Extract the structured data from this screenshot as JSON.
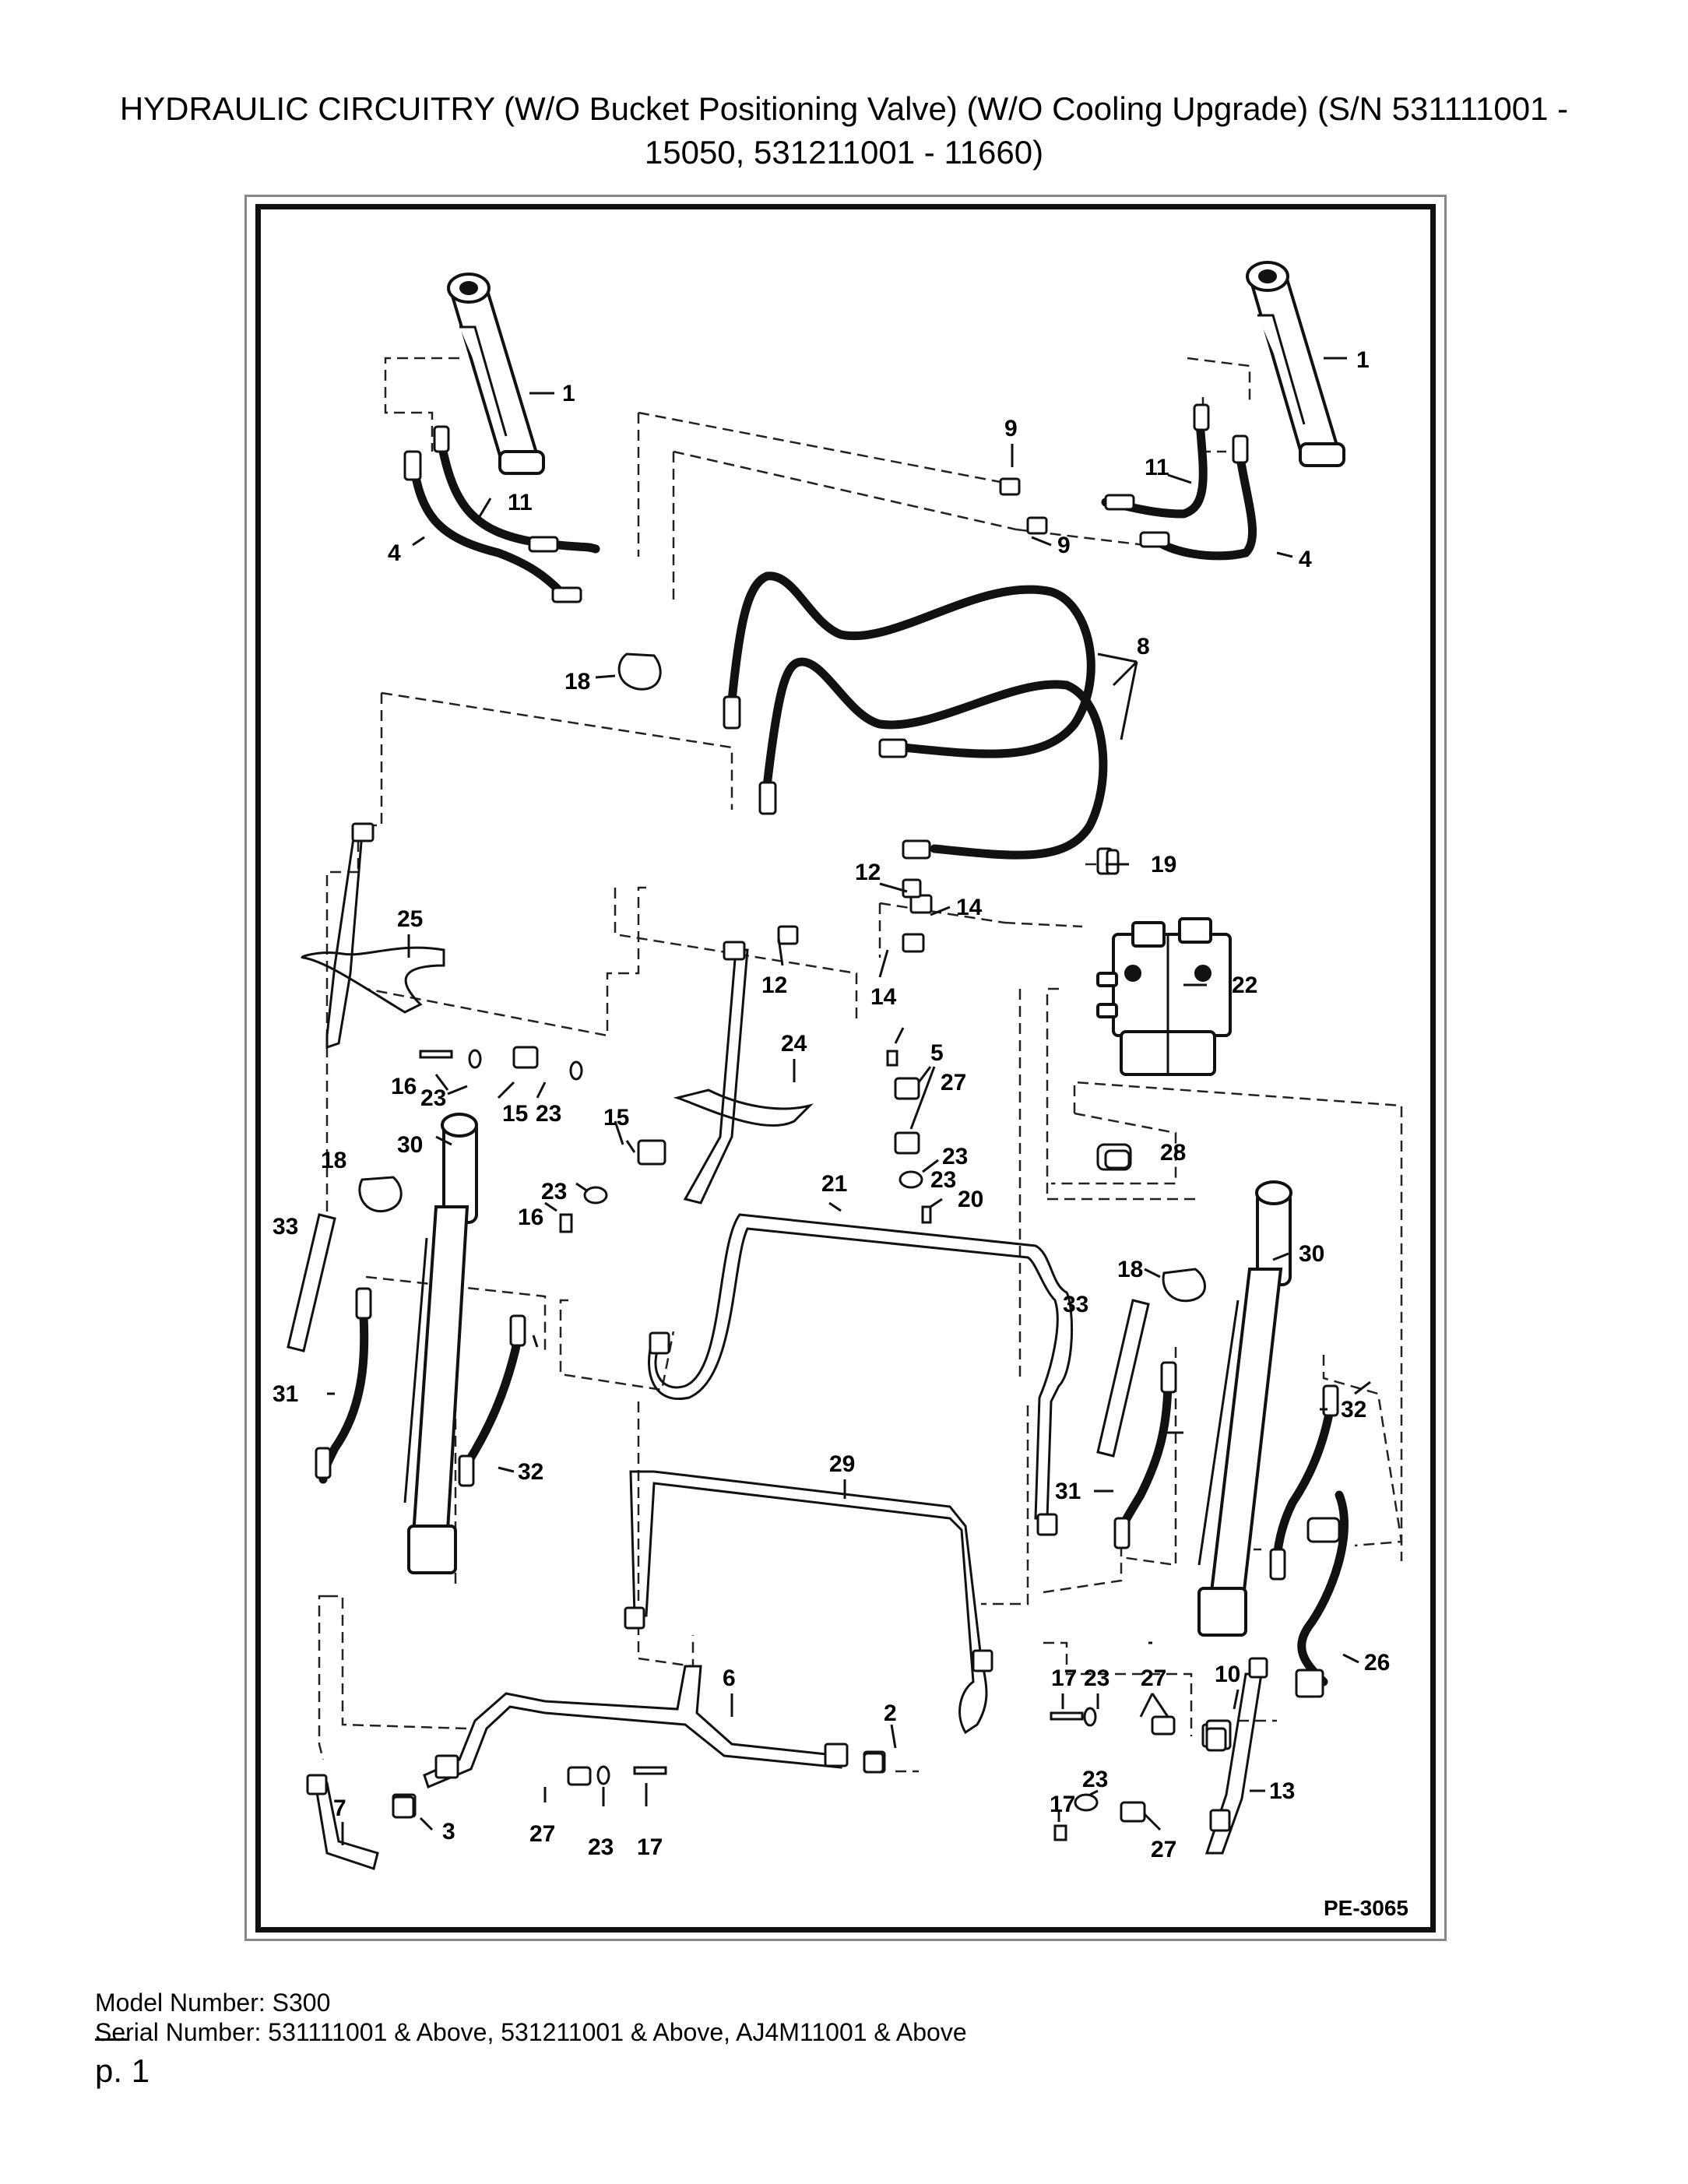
{
  "document": {
    "title_line1": "HYDRAULIC CIRCUITRY (W/O Bucket Positioning Valve) (W/O Cooling Upgrade) (S/N 531111001 -",
    "title_line2": "15050, 531211001 - 11660)",
    "figure_code": "PE-3065",
    "model_number": "Model Number: S300",
    "serial_number": "Serial Number: 531111001 & Above, 531211001 & Above, AJ4M11001 & Above",
    "page_label": "p. 1"
  },
  "callouts": [
    {
      "id": "c1a",
      "text": "1"
    },
    {
      "id": "c1b",
      "text": "1"
    },
    {
      "id": "c2",
      "text": "2"
    },
    {
      "id": "c3",
      "text": "3"
    },
    {
      "id": "c4a",
      "text": "4"
    },
    {
      "id": "c4b",
      "text": "4"
    },
    {
      "id": "c5",
      "text": "5"
    },
    {
      "id": "c6",
      "text": "6"
    },
    {
      "id": "c7",
      "text": "7"
    },
    {
      "id": "c8",
      "text": "8"
    },
    {
      "id": "c9a",
      "text": "9"
    },
    {
      "id": "c9b",
      "text": "9"
    },
    {
      "id": "c10",
      "text": "10"
    },
    {
      "id": "c11a",
      "text": "11"
    },
    {
      "id": "c11b",
      "text": "11"
    },
    {
      "id": "c12a",
      "text": "12"
    },
    {
      "id": "c12b",
      "text": "12"
    },
    {
      "id": "c13",
      "text": "13"
    },
    {
      "id": "c14a",
      "text": "14"
    },
    {
      "id": "c14b",
      "text": "14"
    },
    {
      "id": "c15a",
      "text": "15"
    },
    {
      "id": "c15b",
      "text": "15"
    },
    {
      "id": "c16a",
      "text": "16"
    },
    {
      "id": "c16b",
      "text": "16"
    },
    {
      "id": "c17a",
      "text": "17"
    },
    {
      "id": "c17b",
      "text": "17"
    },
    {
      "id": "c17c",
      "text": "17"
    },
    {
      "id": "c18a",
      "text": "18"
    },
    {
      "id": "c18b",
      "text": "18"
    },
    {
      "id": "c18c",
      "text": "18"
    },
    {
      "id": "c19",
      "text": "19"
    },
    {
      "id": "c20",
      "text": "20"
    },
    {
      "id": "c21",
      "text": "21"
    },
    {
      "id": "c22",
      "text": "22"
    },
    {
      "id": "c23a",
      "text": "23"
    },
    {
      "id": "c23b",
      "text": "23"
    },
    {
      "id": "c23c",
      "text": "23"
    },
    {
      "id": "c23d",
      "text": "23"
    },
    {
      "id": "c23e",
      "text": "23"
    },
    {
      "id": "c23f",
      "text": "23"
    },
    {
      "id": "c23g",
      "text": "23"
    },
    {
      "id": "c23h",
      "text": "23"
    },
    {
      "id": "c24",
      "text": "24"
    },
    {
      "id": "c25",
      "text": "25"
    },
    {
      "id": "c26",
      "text": "26"
    },
    {
      "id": "c27a",
      "text": "27"
    },
    {
      "id": "c27b",
      "text": "27"
    },
    {
      "id": "c27c",
      "text": "27"
    },
    {
      "id": "c27d",
      "text": "27"
    },
    {
      "id": "c28",
      "text": "28"
    },
    {
      "id": "c29",
      "text": "29"
    },
    {
      "id": "c30a",
      "text": "30"
    },
    {
      "id": "c30b",
      "text": "30"
    },
    {
      "id": "c31a",
      "text": "31"
    },
    {
      "id": "c31b",
      "text": "31"
    },
    {
      "id": "c32a",
      "text": "32"
    },
    {
      "id": "c32b",
      "text": "32"
    },
    {
      "id": "c33a",
      "text": "33"
    },
    {
      "id": "c33b",
      "text": "33"
    }
  ]
}
